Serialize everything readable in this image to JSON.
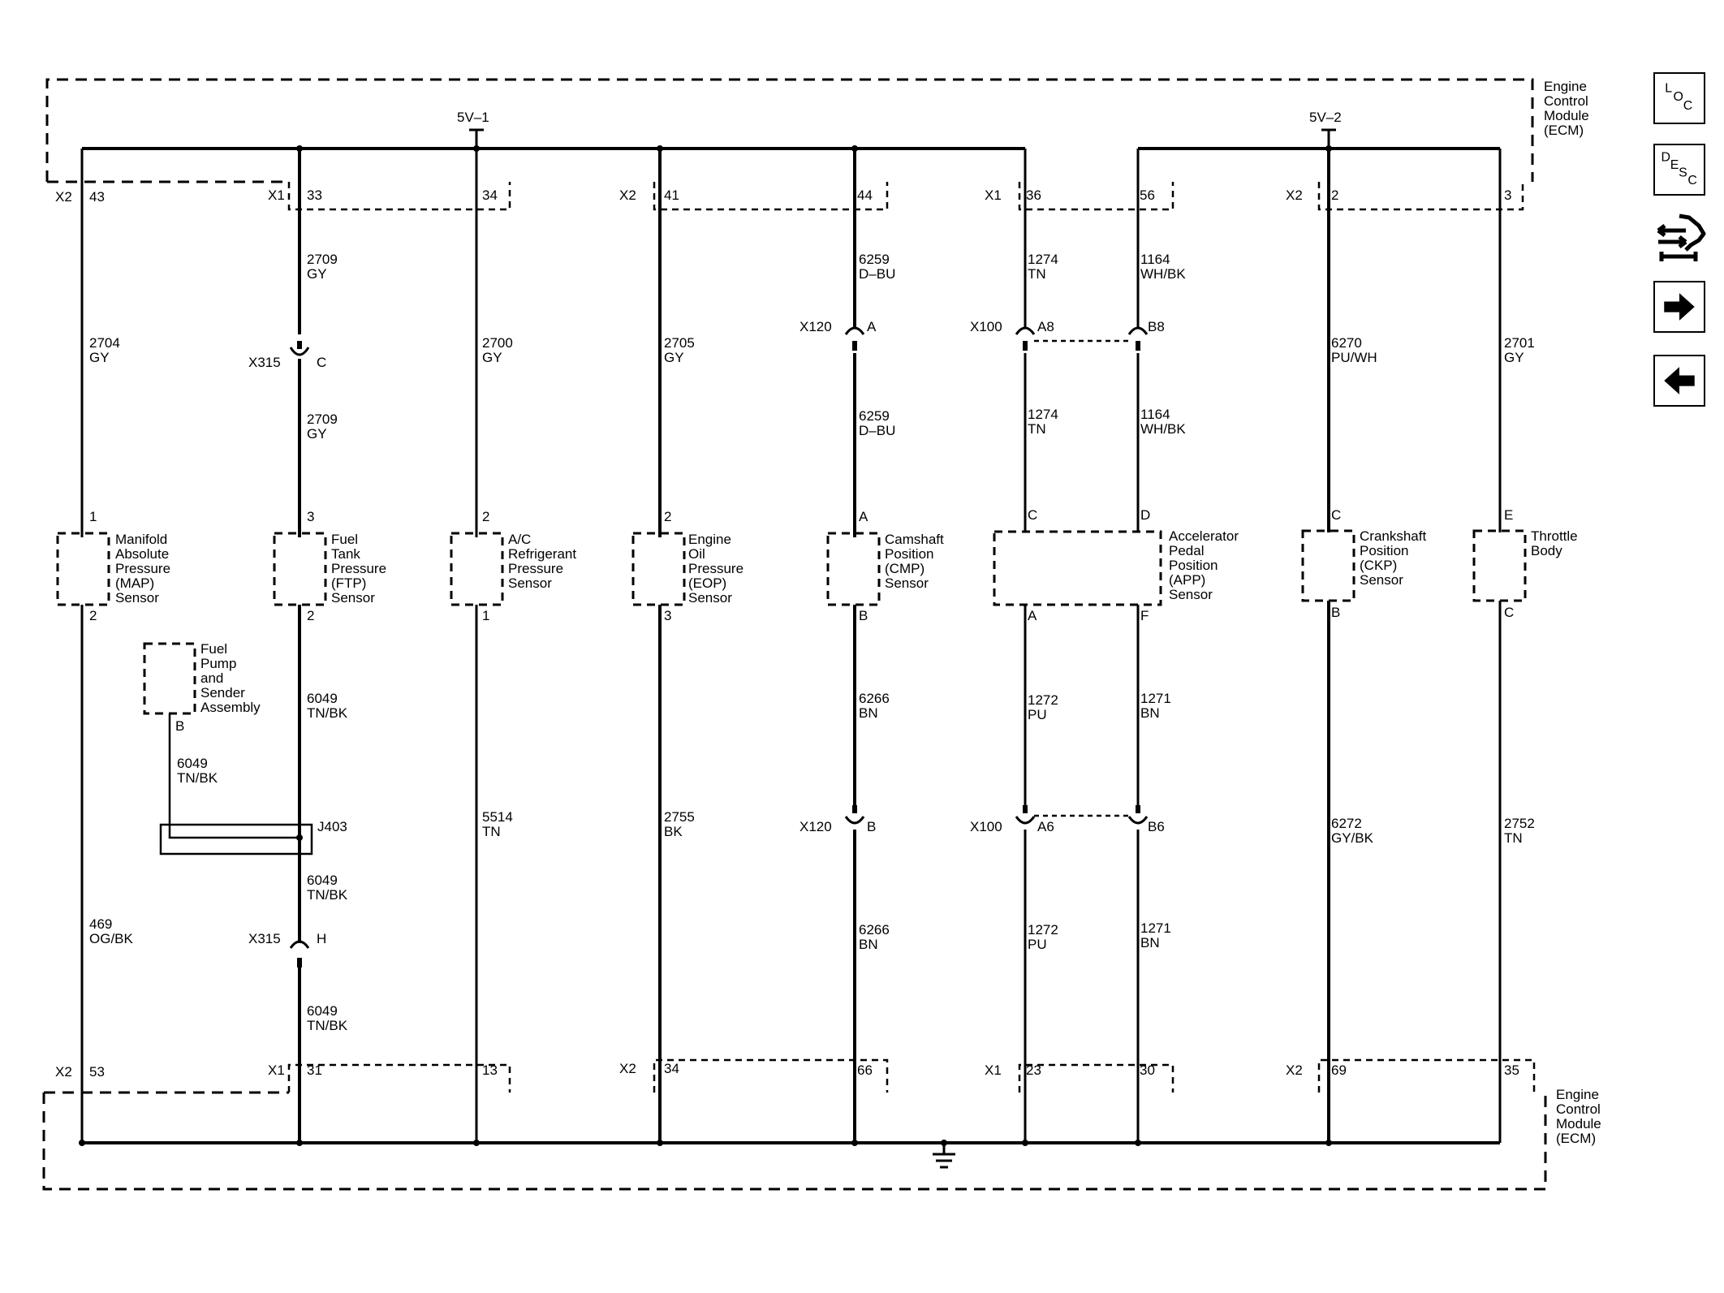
{
  "ecm": {
    "top_label": [
      "Engine",
      "Control",
      "Module",
      "(ECM)"
    ],
    "bottom_label": [
      "Engine",
      "Control",
      "Module",
      "(ECM)"
    ],
    "supply_1": "5V–1",
    "supply_2": "5V–2"
  },
  "connectors_top": [
    {
      "name": "X2",
      "pins": [
        "43"
      ]
    },
    {
      "name": "X1",
      "pins": [
        "33",
        "34"
      ]
    },
    {
      "name": "X2",
      "pins": [
        "41",
        "44"
      ]
    },
    {
      "name": "X1",
      "pins": [
        "36",
        "56"
      ]
    },
    {
      "name": "X2",
      "pins": [
        "2",
        "3"
      ]
    }
  ],
  "connectors_bottom": [
    {
      "name": "X2",
      "pins": [
        "53"
      ]
    },
    {
      "name": "X1",
      "pins": [
        "31",
        "13"
      ]
    },
    {
      "name": "X2",
      "pins": [
        "34",
        "66"
      ]
    },
    {
      "name": "X1",
      "pins": [
        "23",
        "30"
      ]
    },
    {
      "name": "X2",
      "pins": [
        "69",
        "35"
      ]
    }
  ],
  "sensors": [
    {
      "name": [
        "Manifold",
        "Absolute",
        "Pressure",
        "(MAP)",
        "Sensor"
      ],
      "pin_top": "1",
      "pin_bottom": "2"
    },
    {
      "name": [
        "Fuel",
        "Tank",
        "Pressure",
        "(FTP)",
        "Sensor"
      ],
      "pin_top": "3",
      "pin_bottom": "2"
    },
    {
      "name": [
        "A/C",
        "Refrigerant",
        "Pressure",
        "Sensor"
      ],
      "pin_top": "2",
      "pin_bottom": "1"
    },
    {
      "name": [
        "Engine",
        "Oil",
        "Pressure",
        "(EOP)",
        "Sensor"
      ],
      "pin_top": "2",
      "pin_bottom": "3"
    },
    {
      "name": [
        "Camshaft",
        "Position",
        "(CMP)",
        "Sensor"
      ],
      "pin_top": "A",
      "pin_bottom": "B"
    },
    {
      "name": [
        "Accelerator",
        "Pedal",
        "Position",
        "(APP)",
        "Sensor"
      ],
      "pins_top": [
        "C",
        "D"
      ],
      "pins_bottom": [
        "A",
        "F"
      ]
    },
    {
      "name": [
        "Crankshaft",
        "Position",
        "(CKP)",
        "Sensor"
      ],
      "pin_top": "C",
      "pin_bottom": "B"
    },
    {
      "name": [
        "Throttle",
        "Body"
      ],
      "pin_top": "E",
      "pin_bottom": "C"
    }
  ],
  "fuel_pump": {
    "name": [
      "Fuel",
      "Pump",
      "and",
      "Sender",
      "Assembly"
    ],
    "pin": "B"
  },
  "wires": {
    "w2704": [
      "2704",
      "GY"
    ],
    "w469": [
      "469",
      "OG/BK"
    ],
    "w2709a": [
      "2709",
      "GY"
    ],
    "w2709b": [
      "2709",
      "GY"
    ],
    "w6049a": [
      "6049",
      "TN/BK"
    ],
    "w6049b": [
      "6049",
      "TN/BK"
    ],
    "w6049c": [
      "6049",
      "TN/BK"
    ],
    "w6049d": [
      "6049",
      "TN/BK"
    ],
    "w2700": [
      "2700",
      "GY"
    ],
    "w5514": [
      "5514",
      "TN"
    ],
    "w2705": [
      "2705",
      "GY"
    ],
    "w2755": [
      "2755",
      "BK"
    ],
    "w6259a": [
      "6259",
      "D–BU"
    ],
    "w6259b": [
      "6259",
      "D–BU"
    ],
    "w6266a": [
      "6266",
      "BN"
    ],
    "w6266b": [
      "6266",
      "BN"
    ],
    "w1274a": [
      "1274",
      "TN"
    ],
    "w1274b": [
      "1274",
      "TN"
    ],
    "w1164a": [
      "1164",
      "WH/BK"
    ],
    "w1164b": [
      "1164",
      "WH/BK"
    ],
    "w1272a": [
      "1272",
      "PU"
    ],
    "w1272b": [
      "1272",
      "PU"
    ],
    "w1271a": [
      "1271",
      "BN"
    ],
    "w1271b": [
      "1271",
      "BN"
    ],
    "w6270": [
      "6270",
      "PU/WH"
    ],
    "w6272": [
      "6272",
      "GY/BK"
    ],
    "w2701": [
      "2701",
      "GY"
    ],
    "w2752": [
      "2752",
      "TN"
    ]
  },
  "inline": {
    "x315": "X315",
    "x315_c": "C",
    "x315_h": "H",
    "x120": "X120",
    "x120_a": "A",
    "x120_b": "B",
    "x100": "X100",
    "x100_a8": "A8",
    "x100_b8": "B8",
    "x100_a6": "A6",
    "x100_b6": "B6",
    "j403": "J403"
  },
  "nav": {
    "loc": [
      "L",
      "O",
      "C"
    ],
    "desc": [
      "D",
      "E",
      "S",
      "C"
    ]
  }
}
